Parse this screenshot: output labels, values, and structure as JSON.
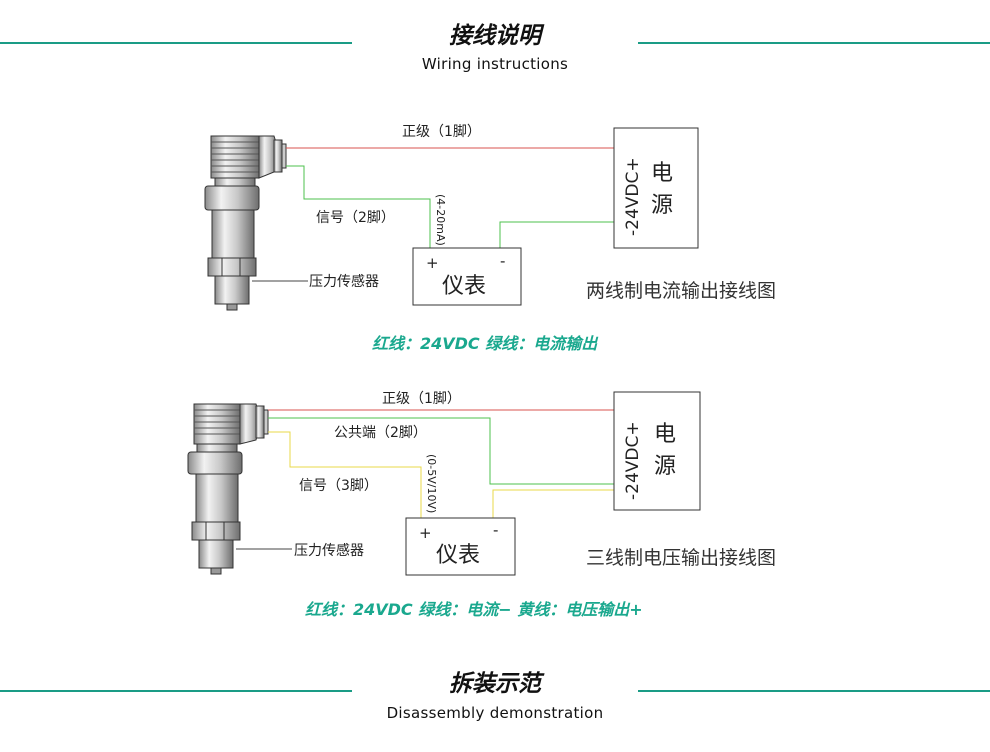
{
  "section1": {
    "title": "接线说明",
    "subtitle": "Wiring instructions"
  },
  "section2": {
    "title": "拆装示范",
    "subtitle": "Disassembly demonstration"
  },
  "diagram_two_wire": {
    "caption": "两线制电流输出接线图",
    "wire_positive": "正级（1脚）",
    "wire_signal": "信号（2脚）",
    "signal_range": "(4-20mA)",
    "sensor_label": "压力传感器",
    "meter_label": "仪表",
    "meter_plus": "+",
    "meter_minus": "-",
    "power_label_1": "电",
    "power_label_2": "源",
    "power_voltage": "-24VDC+",
    "legend": "红线：24VDC    绿线：电流输出",
    "colors": {
      "red_wire": "#d9534f",
      "green_wire": "#4cc24c"
    }
  },
  "diagram_three_wire": {
    "caption": "三线制电压输出接线图",
    "wire_positive": "正级（1脚）",
    "wire_common": "公共端（2脚）",
    "wire_signal": "信号（3脚）",
    "signal_range": "(0-5V/10V)",
    "sensor_label": "压力传感器",
    "meter_label": "仪表",
    "meter_plus": "+",
    "meter_minus": "-",
    "power_label_1": "电",
    "power_label_2": "源",
    "power_voltage": "-24VDC+",
    "legend": "红线：24VDC    绿线：电流−    黄线：电压输出+",
    "colors": {
      "red_wire": "#d9534f",
      "green_wire": "#4cc24c",
      "yellow_wire": "#e8d94a"
    }
  },
  "colors": {
    "accent": "#1a9c86",
    "legend_text": "#1aa88e"
  }
}
